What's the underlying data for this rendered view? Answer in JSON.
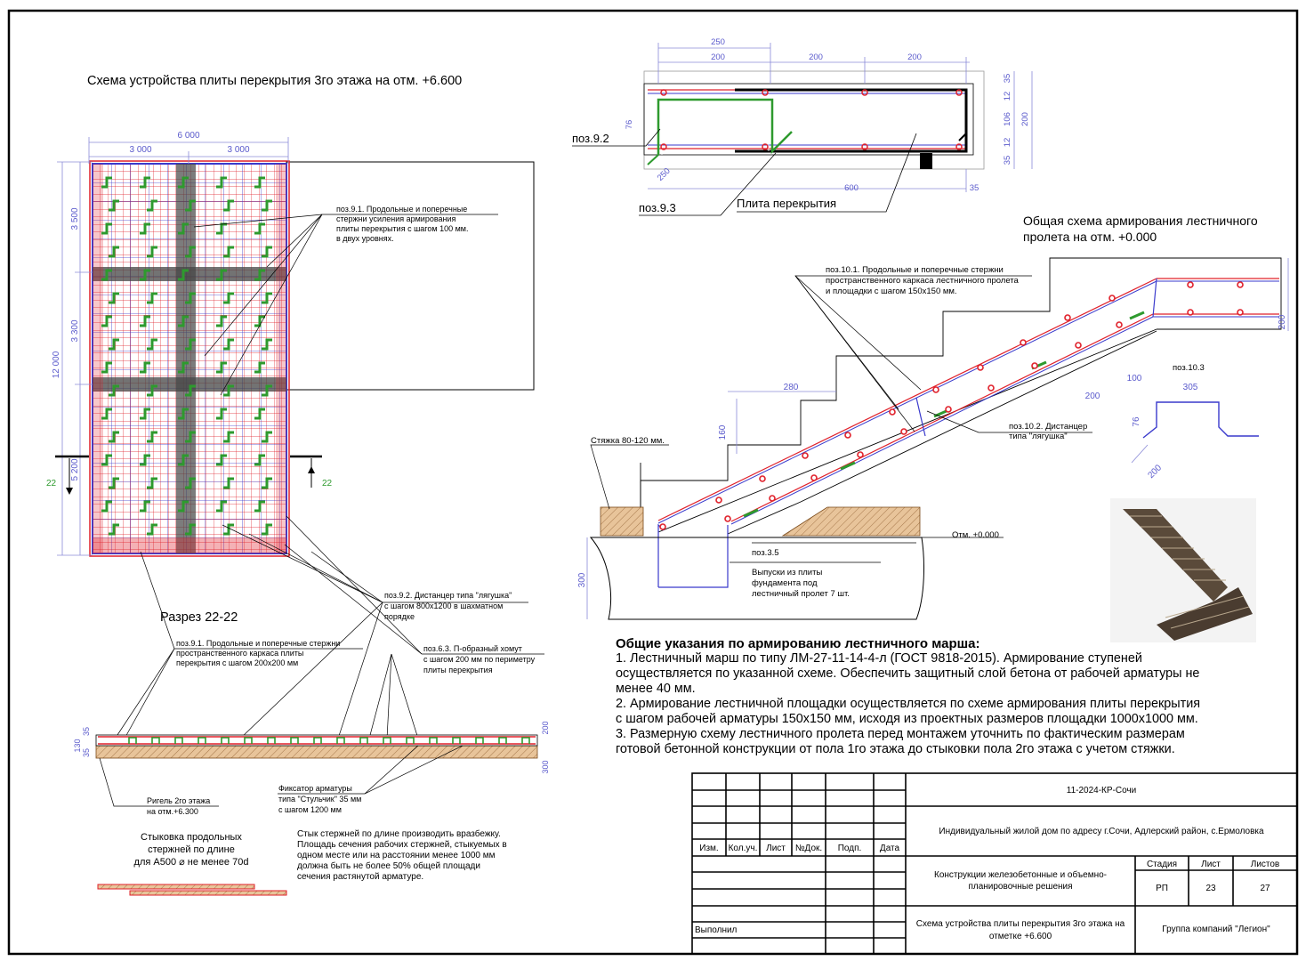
{
  "plan": {
    "title": "Схема устройства плиты перекрытия 3го этажа на отм. +6.600",
    "dim_total_w": "6 000",
    "dim_half_left": "3 000",
    "dim_half_right": "3 000",
    "dim_total_h": "12 000",
    "dim_h1": "3 500",
    "dim_h2": "3 300",
    "dim_h3": "5 200",
    "cut_label_left": "22",
    "cut_label_right": "22",
    "note_91a": [
      "поз.9.1. Продольные и поперечные",
      "стержни усиления армирования",
      "плиты перекрытия с шагом 100 мм.",
      "в двух уровнях."
    ],
    "note_92": [
      "поз.9.2. Дистанцер типа \"лягушка\"",
      "с шагом 800х1200 в шахматном",
      "порядке"
    ],
    "note_91b": [
      "поз.9.1. Продольные и поперечные стержни",
      "пространственного каркаса плиты",
      "перекрытия с шагом 200х200 мм"
    ],
    "note_63": [
      "поз.6.3. П-образный хомут",
      "с шагом 200 мм по периметру",
      "плиты перекрытия"
    ]
  },
  "section": {
    "title": "Разрез 22-22",
    "d130": "130",
    "d35a": "35",
    "d35b": "35",
    "d200": "200",
    "d300": "300",
    "rigel": [
      "Ригель 2го этажа",
      "на отм.+6.300"
    ],
    "fixator": [
      "Фиксатор арматуры",
      "типа \"Стульчик\" 35 мм",
      "с шагом 1200 мм"
    ]
  },
  "splice": {
    "title": [
      "Стыковка продольных",
      "стержней по длине",
      "для А500 ⌀ не менее 70d"
    ],
    "text": [
      "Стык стержней по длине производить вразбежку.",
      "Площадь сечения рабочих стержней, стыкуемых в",
      "одном месте или на расстоянии менее 1000 мм",
      "должна быть не более 50% общей площади",
      "сечения растянутой арматуре."
    ]
  },
  "detail": {
    "d250": "250",
    "d200a": "200",
    "d200b": "200",
    "d200c": "200",
    "d35a": "35",
    "d12a": "12",
    "d106": "106",
    "d12b": "12",
    "d35b": "35",
    "d200v": "200",
    "d76": "76",
    "d250d": "250",
    "d600": "600",
    "d35c": "35",
    "pos92": "поз.9.2",
    "pos93": "поз.9.3",
    "plate": "Плита перекрытия"
  },
  "stair": {
    "title": [
      "Общая схема армирования лестничного",
      "пролета на отм. +0.000"
    ],
    "note_101": [
      "поз.10.1. Продольные и поперечные стержни",
      "пространственного каркаса лестничного пролета",
      "и площадки с шагом 150х150 мм."
    ],
    "note_102": [
      "поз.10.2. Дистанцер",
      "типа \"лягушка\""
    ],
    "pos103": "поз.10.3",
    "d305": "305",
    "d76": "76",
    "d200p": "200",
    "d280": "280",
    "d160": "160",
    "d200s": "200",
    "d100": "100",
    "d200r": "200",
    "screed": "Стяжка 80-120 мм.",
    "mark": "Отм. +0.000",
    "pos35": "поз.3.5",
    "d300": "300",
    "outlets": [
      "Выпуски из плиты",
      "фундамента под",
      "лестничный пролет 7 шт."
    ]
  },
  "notes": {
    "heading": "Общие указания по армированию лестничного марша:",
    "lines": [
      "1. Лестничный марш по типу ЛМ-27-11-14-4-л (ГОСТ 9818-2015). Армирование ступеней",
      "осуществляется по указанной схеме. Обеспечить защитный слой бетона от рабочей арматуры не",
      "менее 40 мм.",
      "2. Армирование лестничной площадки осуществляется по схеме армирования плиты перекрытия",
      "с шагом рабочей арматуры 150х150 мм, исходя из проектных размеров площадки 1000х1000 мм.",
      "3. Размерную схему лестничного пролета перед монтажем уточнить по фактическим размерам",
      "готовой бетонной конструкции от пола 1го этажа до стыковки пола 2го этажа с учетом стяжки."
    ]
  },
  "stamp": {
    "code": "11-2024-КР-Сочи",
    "object": "Индивидуальный жилой дом по адресу г.Сочи, Адлерский район, с.Ермоловка",
    "section": [
      "Конструкции железобетонные и объемно-",
      "планировочные решения"
    ],
    "sheet_title": [
      "Схема устройства плиты перекрытия 3го этажа на",
      "отметке +6.600"
    ],
    "company": "Группа компаний \"Легион\"",
    "cols": [
      "Изм.",
      "Кол.уч.",
      "Лист",
      "№Док.",
      "Подп.",
      "Дата"
    ],
    "performed": "Выполнил",
    "stage_h": "Стадия",
    "sheet_h": "Лист",
    "sheets_h": "Листов",
    "stage": "РП",
    "sheet": "23",
    "sheets": "27"
  },
  "colors": {
    "rebar_red": "#e0202a",
    "rebar_blue": "#3a3acc",
    "spacer_green": "#2e9a2e",
    "concrete": "#e8c49a",
    "dim_blue": "#5a5acc"
  }
}
